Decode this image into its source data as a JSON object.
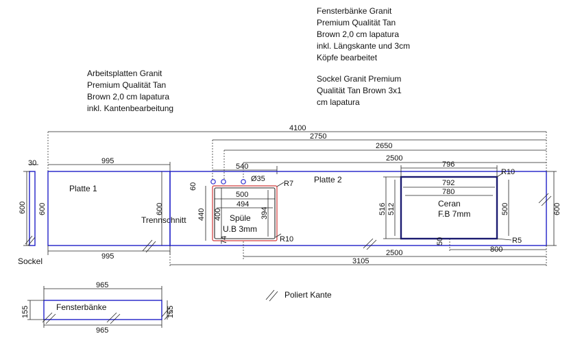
{
  "notes": {
    "worktops": [
      "Arbeitsplatten Granit",
      "Premium Qualität Tan",
      "Brown 2,0 cm lapatura",
      "inkl. Kantenbearbeitung"
    ],
    "sills": [
      "Fensterbänke Granit",
      "Premium Qualität Tan",
      "Brown 2,0 cm lapatura",
      "inkl. Längskante und 3cm",
      "Köpfe bearbeitet"
    ],
    "plinth": [
      "Sockel Granit Premium",
      "Qualität Tan Brown 3x1",
      "cm lapatura"
    ]
  },
  "labels": {
    "plate1": "Platte 1",
    "plate2": "Platte 2",
    "cut": "Trennschnitt",
    "sink": "Spüle",
    "sink_sub": "U.B 3mm",
    "hob": "Ceran",
    "hob_sub": "F.B 7mm",
    "plinth": "Sockel",
    "sill": "Fensterbänke",
    "legend": "Poliert Kante",
    "hole_diameter": "Ø35",
    "radius_7": "R7",
    "radius_10_sink": "R10",
    "radius_10_hob": "R10",
    "radius_5": "R5"
  },
  "dims": {
    "total": "4100",
    "d2750": "2750",
    "d2650": "2650",
    "d2500_top": "2500",
    "d540": "540",
    "d30": "30",
    "d995_top": "995",
    "d995_bottom": "995",
    "d3105": "3105",
    "d2500_bottom": "2500",
    "d800": "800",
    "d600_plinth": "600",
    "d600_plinth_inner": "600",
    "d600_cut": "600",
    "d600_right": "600",
    "d60": "60",
    "d440": "440",
    "d500_sink": "500",
    "d494": "494",
    "d400": "400",
    "d394": "394",
    "d74": "74",
    "d796": "796",
    "d792": "792",
    "d780": "780",
    "d516": "516",
    "d512": "512",
    "d500_hob": "500",
    "d50": "50",
    "d965_top": "965",
    "d965_bottom": "965",
    "d155_left": "155",
    "d155_right": "155"
  }
}
